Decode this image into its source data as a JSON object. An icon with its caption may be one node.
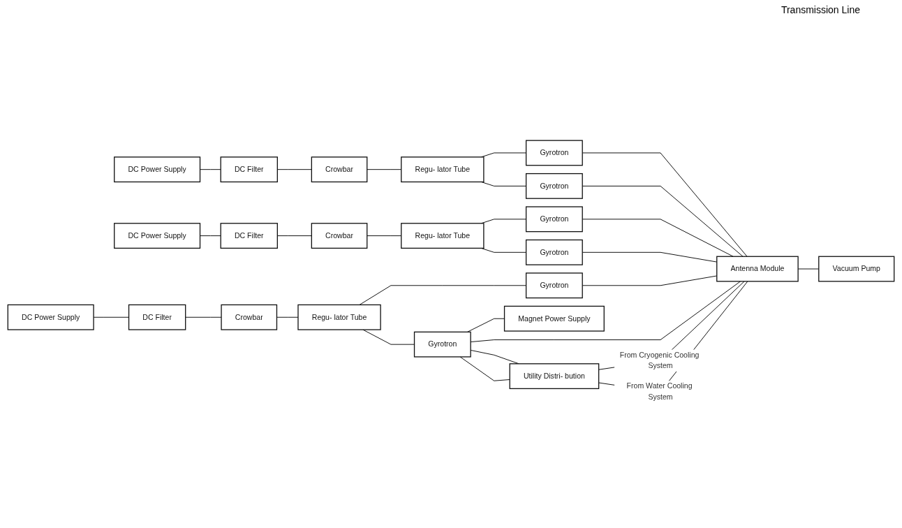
{
  "diagram": {
    "nodes": [
      {
        "text": [
          "DC Power Supply"
        ]
      },
      {
        "text": [
          "DC Filter"
        ]
      },
      {
        "text": [
          "Crowbar"
        ]
      },
      {
        "text": [
          "Regu- lator Tube"
        ]
      },
      {
        "text": [
          "Gyrotron"
        ]
      },
      {
        "text": [
          "Gyrotron"
        ]
      },
      {
        "text": [
          "DC Power Supply"
        ]
      },
      {
        "text": [
          "DC Filter"
        ]
      },
      {
        "text": [
          "Crowbar"
        ]
      },
      {
        "text": [
          "Regu- lator Tube"
        ]
      },
      {
        "text": [
          "Gyrotron"
        ]
      },
      {
        "text": [
          "Gyrotron"
        ]
      },
      {
        "text": [
          "DC Power Supply"
        ]
      },
      {
        "text": [
          "DC Filter"
        ]
      },
      {
        "text": [
          "Crowbar"
        ]
      },
      {
        "text": [
          "Regu- lator Tube"
        ]
      },
      {
        "text": [
          "Gyrotron"
        ]
      },
      {
        "text": [
          "Gyrotron"
        ]
      },
      {
        "text": [
          "Antenna Module"
        ]
      },
      {
        "text": [
          "Vacuum Pump"
        ]
      },
      {
        "text": [
          "Magnet Power Supply"
        ]
      },
      {
        "text": [
          "Utility Distri- bution"
        ]
      }
    ],
    "edges": [
      {
        "from": 0,
        "to": 1,
        "arrow": "none"
      },
      {
        "from": 1,
        "to": 2,
        "arrow": "none"
      },
      {
        "from": 2,
        "to": 3,
        "arrow": "none"
      },
      {
        "from": 3,
        "to": 4,
        "arrow": "none"
      },
      {
        "from": 3,
        "to": 5,
        "arrow": "none"
      },
      {
        "from": 6,
        "to": 7,
        "arrow": "none"
      },
      {
        "from": 7,
        "to": 8,
        "arrow": "none"
      },
      {
        "from": 8,
        "to": 9,
        "arrow": "none"
      },
      {
        "from": 9,
        "to": 10,
        "arrow": "none"
      },
      {
        "from": 9,
        "to": 11,
        "arrow": "none"
      },
      {
        "from": 12,
        "to": 13,
        "arrow": "none"
      },
      {
        "from": 13,
        "to": 14,
        "arrow": "none"
      },
      {
        "from": 14,
        "to": 15,
        "arrow": "none"
      },
      {
        "from": 15,
        "to": 16,
        "arrow": "none"
      },
      {
        "from": 15,
        "to": 17,
        "arrow": "none"
      },
      {
        "from": 4,
        "to": 18,
        "arrow": "none"
      },
      {
        "from": 5,
        "to": 18,
        "arrow": "none"
      },
      {
        "from": 10,
        "to": 18,
        "arrow": "none"
      },
      {
        "from": 11,
        "to": 18,
        "arrow": "none"
      },
      {
        "from": 16,
        "to": 18,
        "arrow": "none"
      },
      {
        "from": 17,
        "to": 18,
        "arrow": "none"
      },
      {
        "from": 18,
        "to": 19,
        "arrow": "none"
      },
      {
        "from": 17,
        "to": 20,
        "arrow": "none"
      },
      {
        "from": 17,
        "to": 21,
        "arrow": "none"
      },
      {
        "from": 17,
        "to": 21,
        "arrow": "none"
      },
      {
        "from": 21,
        "to": 18,
        "arrow": "none",
        "label": "From Cryogenic Cooling System"
      },
      {
        "from": 21,
        "to": 18,
        "arrow": "none",
        "label": "From Water Cooling System"
      }
    ],
    "labels": [
      "Transmission Line"
    ]
  }
}
